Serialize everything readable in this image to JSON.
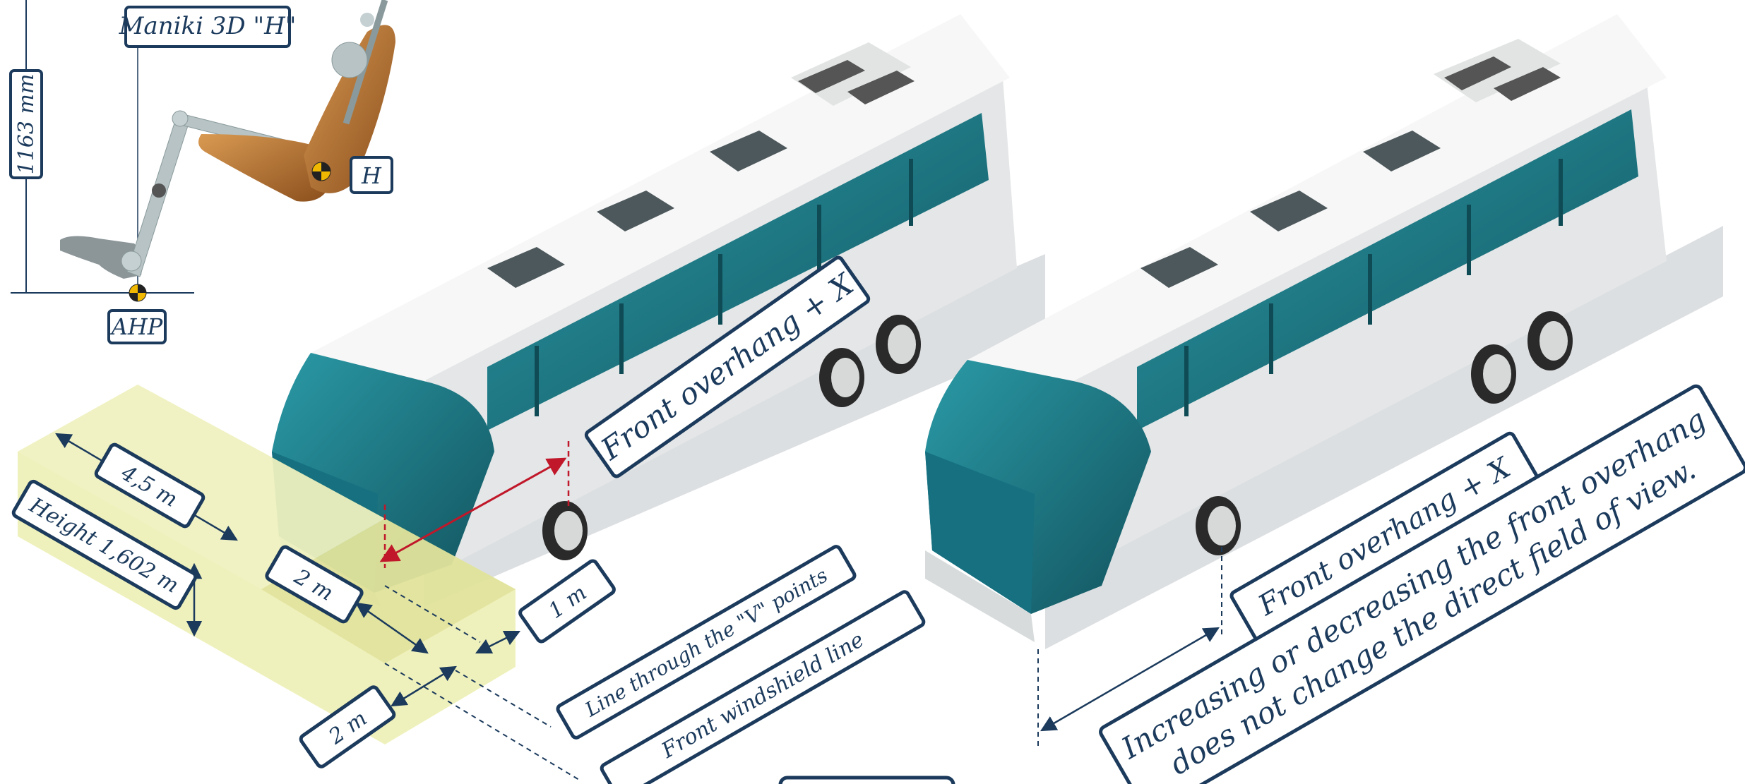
{
  "colors": {
    "navy": "#1b3a5c",
    "teal_glass": "#1c7f8c",
    "bus_body": "#e9ebeb",
    "bus_roof": "#f7f7f7",
    "yellow_zone": "#e8eba0",
    "measure_red": "#c0182a",
    "mannequin_bronze": "#b8722f",
    "mannequin_grey": "#aab5b8"
  },
  "mannequin": {
    "title": "Maniki 3D \"H\"",
    "height_label": "1163 mm",
    "h_point_label": "H",
    "ahp_label": "AHP"
  },
  "left_bus": {
    "overhang_label": "Front overhang + X",
    "zone_length_label": "4,5 m",
    "zone_height_label": "Height 1,602 m",
    "zone_width_label_top": "2 m",
    "zone_width_label_bottom": "2 m",
    "offset_label": "1 m",
    "v_points_label": "Line through the \"V\" points",
    "windshield_label": "Front windshield line"
  },
  "right_bus": {
    "overhang_label": "Front overhang + X",
    "note_line1": "Increasing or decreasing the front overhang",
    "note_line2": "does not change the direct field of view."
  }
}
